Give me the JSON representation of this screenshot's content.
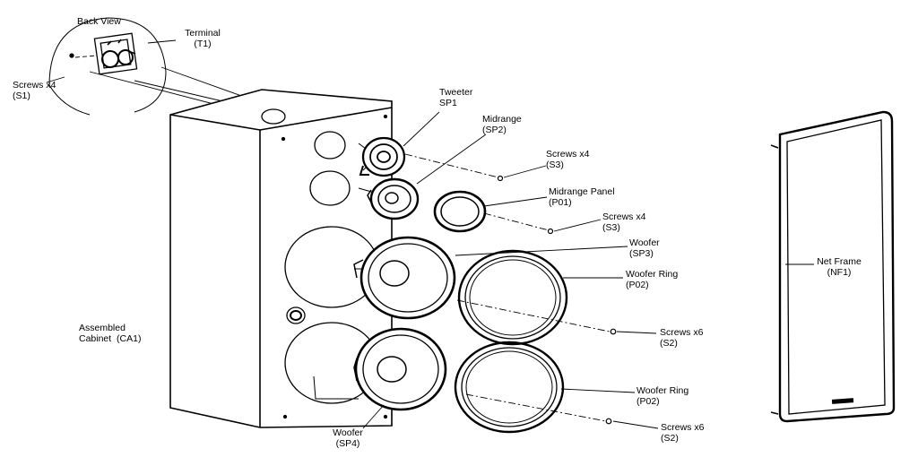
{
  "labels": {
    "back_view": "Back View",
    "terminal": {
      "name": "Terminal",
      "code": "(T1)"
    },
    "screws_s1": {
      "name": "Screws x4",
      "code": "(S1)"
    },
    "tweeter": {
      "name": "Tweeter",
      "code": "SP1"
    },
    "midrange": {
      "name": "Midrange",
      "code": "(SP2)"
    },
    "screws_s3_a": {
      "name": "Screws x4",
      "code": "(S3)"
    },
    "midrange_panel": {
      "name": "Midrange Panel",
      "code": "(P01)"
    },
    "screws_s3_b": {
      "name": "Screws x4",
      "code": "(S3)"
    },
    "woofer_sp3": {
      "name": "Woofer",
      "code": "(SP3)"
    },
    "woofer_ring_a": {
      "name": "Woofer Ring",
      "code": "(P02)"
    },
    "screws_s2_a": {
      "name": "Screws x6",
      "code": "(S2)"
    },
    "woofer_ring_b": {
      "name": "Woofer Ring",
      "code": "(P02)"
    },
    "screws_s2_b": {
      "name": "Screws x6",
      "code": "(S2)"
    },
    "woofer_sp4": {
      "name": "Woofer",
      "code": "(SP4)"
    },
    "cabinet": {
      "name": "Assembled",
      "line2": "Cabinet  (CA1)"
    },
    "net_frame": {
      "name": "Net Frame",
      "code": "(NF1)"
    }
  },
  "colors": {
    "ink": "#000000",
    "paper": "#ffffff"
  }
}
